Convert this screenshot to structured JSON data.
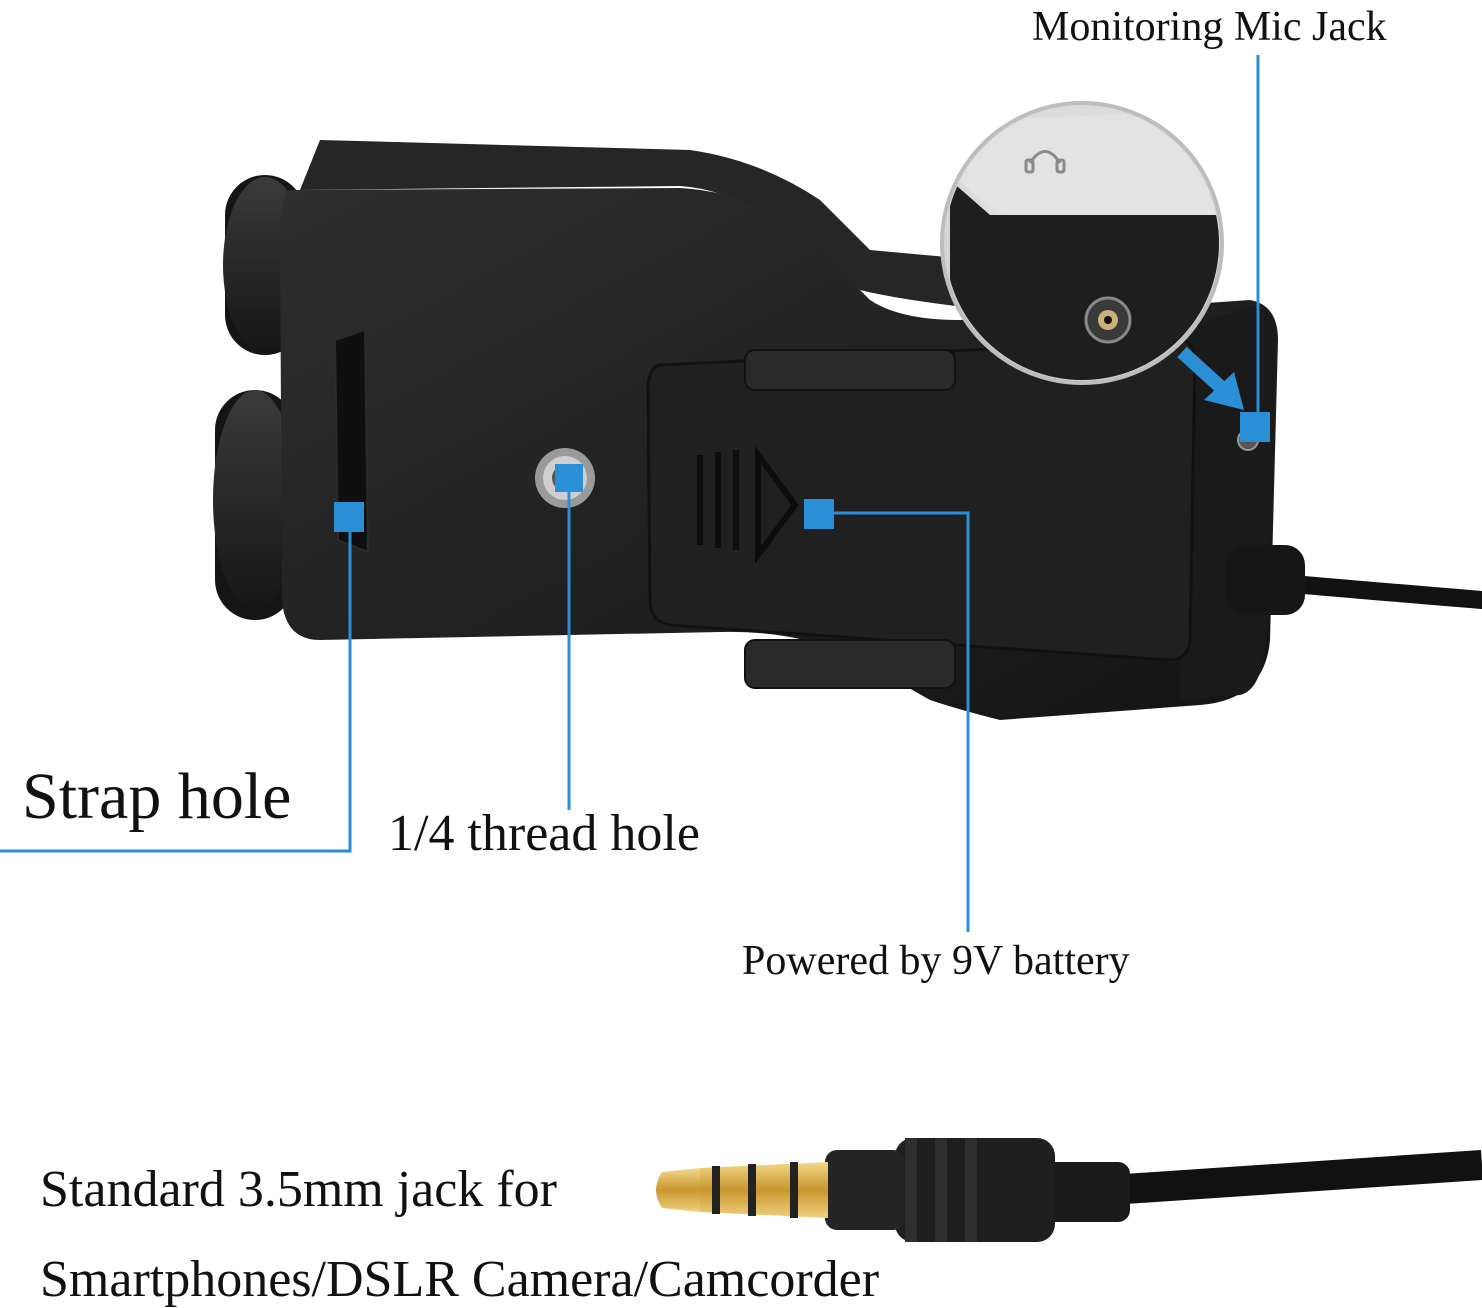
{
  "callouts": {
    "monitoring_mic_jack": "Monitoring Mic Jack",
    "strap_hole": "Strap hole",
    "thread_hole": "1/4 thread hole",
    "battery": "Powered by 9V battery",
    "jack_line1": "Standard 3.5mm jack for",
    "jack_line2": "Smartphones/DSLR Camera/Camcorder"
  },
  "colors": {
    "callout_accent": "#2b8fd6",
    "device_body": "#1c1c1c",
    "background": "#ffffff"
  },
  "icons": [
    "headphone-icon",
    "arrow-icon"
  ]
}
